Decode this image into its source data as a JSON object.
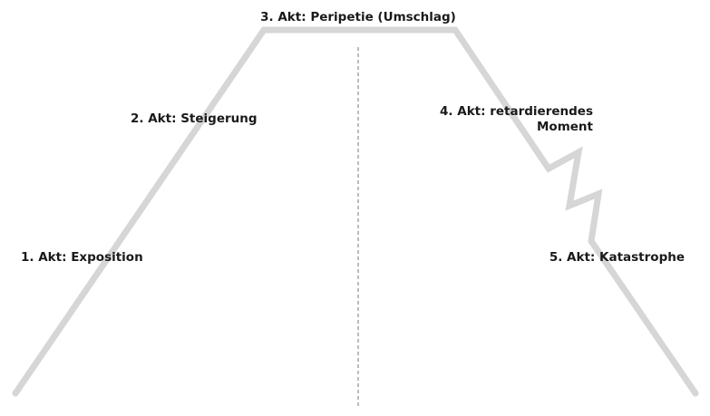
{
  "colors": {
    "curve": "#d6d6d6",
    "divider": "#7a7a7a",
    "text": "#1a1a1a",
    "background": "#ffffff"
  },
  "labels": {
    "act1": "1. Akt: Exposition",
    "act2": "2. Akt: Steigerung",
    "act3": "3. Akt: Peripetie (Umschlag)",
    "act4_line1": "4. Akt: retardierendes",
    "act4_line2": "Moment",
    "act5": "5. Akt: Katastrophe"
  }
}
